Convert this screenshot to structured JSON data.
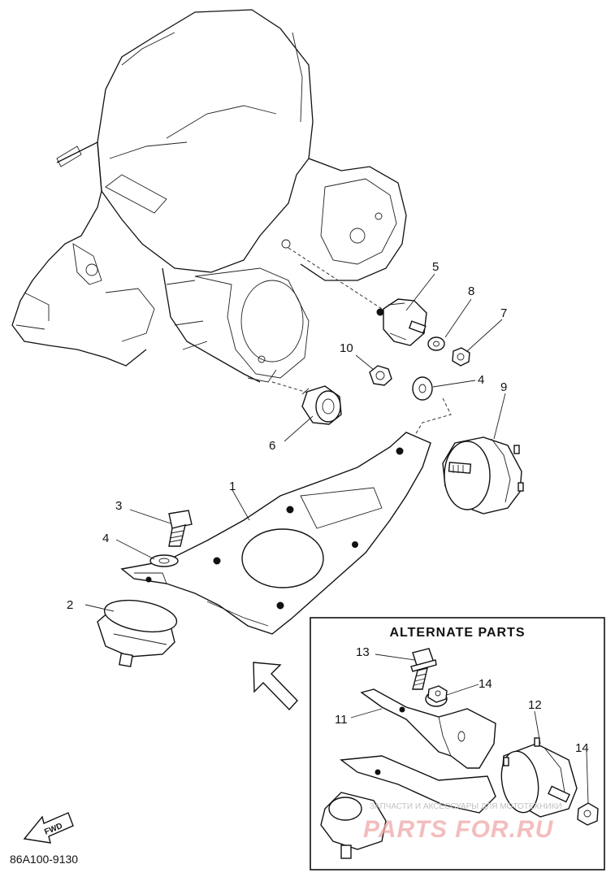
{
  "callouts": {
    "c1": "1",
    "c2": "2",
    "c3": "3",
    "c4a": "4",
    "c4b": "4",
    "c5": "5",
    "c6": "6",
    "c7": "7",
    "c8": "8",
    "c9": "9",
    "c10": "10",
    "c11": "11",
    "c12": "12",
    "c13": "13",
    "c14a": "14",
    "c14b": "14"
  },
  "alternate_box": {
    "title": "ALTERNATE PARTS"
  },
  "forward_label": "FWD",
  "diagram_code": "86A100-9130",
  "watermark": {
    "line1": "ЗАПЧАСТИ И АКСЕССУАРЫ ДЛЯ МОТОТЕХНИКИ",
    "line2": "PARTS FOR.RU"
  },
  "colors": {
    "ink": "#111111",
    "watermark_red": "#e04848",
    "background": "#ffffff"
  }
}
